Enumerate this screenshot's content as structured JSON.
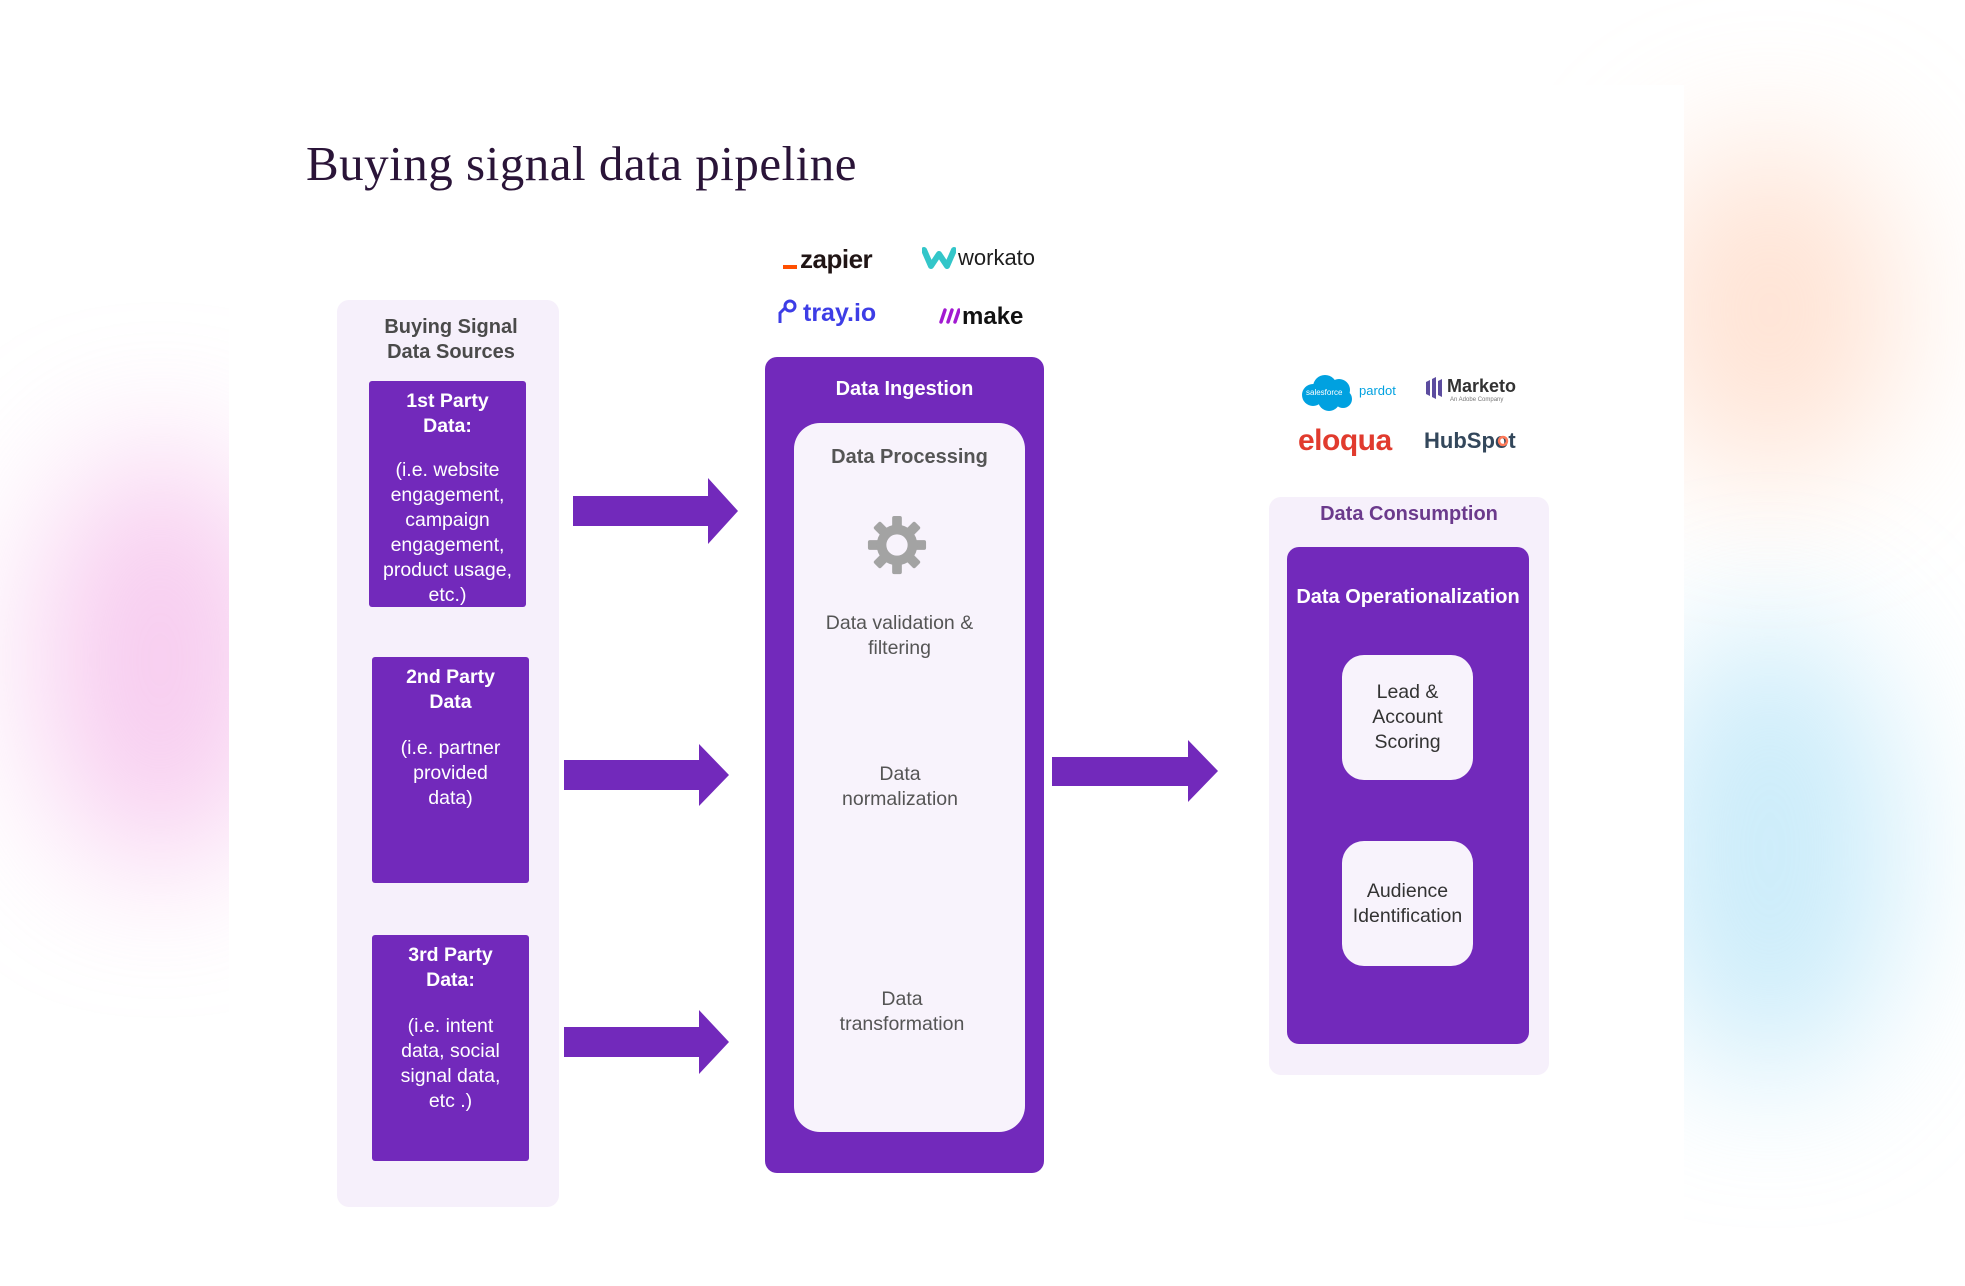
{
  "title": "Buying signal data pipeline",
  "sources": {
    "heading": "Buying Signal Data Sources",
    "items": [
      {
        "label": "1st Party Data:",
        "desc": "(i.e. website engagement, campaign engagement, product usage, etc.)"
      },
      {
        "label": "2nd Party Data",
        "desc": "(i.e. partner provided data)"
      },
      {
        "label": "3rd Party Data:",
        "desc": "(i.e. intent data, social signal data, etc .)"
      }
    ]
  },
  "ingestion": {
    "title": "Data Ingestion",
    "processing_title": "Data Processing",
    "steps": [
      "Data validation & filtering",
      "Data normalization",
      "Data transformation"
    ],
    "tool_logos": [
      "zapier",
      "workato",
      "tray.io",
      "make"
    ]
  },
  "consumption": {
    "title": "Data Consumption",
    "ops_title": "Data Operationalization",
    "items": [
      "Lead & Account Scoring",
      "Audience Identification"
    ],
    "tool_logos": [
      "salesforce",
      "pardot",
      "Marketo",
      "An Adobe Company",
      "eloqua",
      "HubSpot"
    ]
  },
  "colors": {
    "purple": "#7229bb",
    "light_lavender": "#f6f0fb",
    "zapier_orange": "#ff4f00",
    "workato_teal": "#33c6c9",
    "tray_blue": "#3d3de6",
    "make_magenta": "#a21ad1",
    "salesforce_blue": "#00a1e0",
    "marketo_purple": "#5c4c9f",
    "eloqua_red": "#e13b2e",
    "hubspot_orange": "#ff7a59"
  }
}
